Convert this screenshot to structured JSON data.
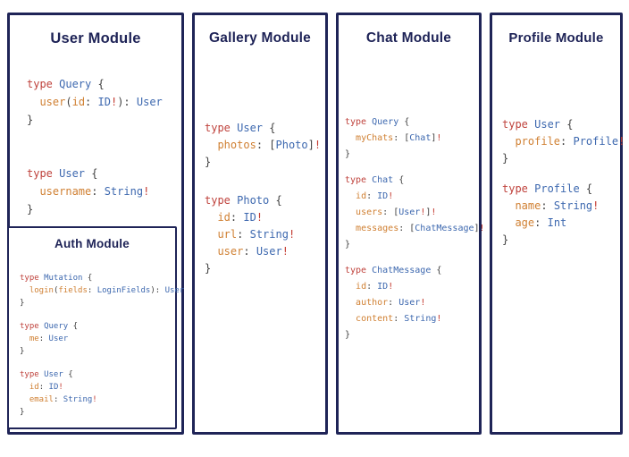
{
  "colors": {
    "page-bg": "#ffffff",
    "panel-border": "#1f2457",
    "heading": "#1d2256",
    "code-keyword": "#bf423c",
    "code-type": "#3d68af",
    "code-field": "#d08033",
    "code-punct": "#424242",
    "code-bang": "#c43b31"
  },
  "modules": [
    {
      "id": "user",
      "title": "User Module",
      "blocks": [
        [
          [
            {
              "t": "type ",
              "c": "k"
            },
            {
              "t": "Query ",
              "c": "t"
            },
            {
              "t": "{",
              "c": "p"
            }
          ],
          [
            {
              "t": "  ",
              "c": "p"
            },
            {
              "t": "user",
              "c": "f"
            },
            {
              "t": "(",
              "c": "p"
            },
            {
              "t": "id",
              "c": "f"
            },
            {
              "t": ": ",
              "c": "p"
            },
            {
              "t": "ID",
              "c": "t"
            },
            {
              "t": "!",
              "c": "b"
            },
            {
              "t": "): ",
              "c": "p"
            },
            {
              "t": "User",
              "c": "t"
            }
          ],
          [
            {
              "t": "}",
              "c": "p"
            }
          ]
        ],
        [
          [
            {
              "t": "type ",
              "c": "k"
            },
            {
              "t": "User ",
              "c": "t"
            },
            {
              "t": "{",
              "c": "p"
            }
          ],
          [
            {
              "t": "  ",
              "c": "p"
            },
            {
              "t": "username",
              "c": "f"
            },
            {
              "t": ": ",
              "c": "p"
            },
            {
              "t": "String",
              "c": "t"
            },
            {
              "t": "!",
              "c": "b"
            }
          ],
          [
            {
              "t": "}",
              "c": "p"
            }
          ]
        ]
      ]
    },
    {
      "id": "gallery",
      "title": "Gallery Module",
      "blocks": [
        [
          [
            {
              "t": "type ",
              "c": "k"
            },
            {
              "t": "User ",
              "c": "t"
            },
            {
              "t": "{",
              "c": "p"
            }
          ],
          [
            {
              "t": "  ",
              "c": "p"
            },
            {
              "t": "photos",
              "c": "f"
            },
            {
              "t": ": [",
              "c": "p"
            },
            {
              "t": "Photo",
              "c": "t"
            },
            {
              "t": "]",
              "c": "p"
            },
            {
              "t": "!",
              "c": "b"
            }
          ],
          [
            {
              "t": "}",
              "c": "p"
            }
          ]
        ],
        [
          [
            {
              "t": "type ",
              "c": "k"
            },
            {
              "t": "Photo ",
              "c": "t"
            },
            {
              "t": "{",
              "c": "p"
            }
          ],
          [
            {
              "t": "  ",
              "c": "p"
            },
            {
              "t": "id",
              "c": "f"
            },
            {
              "t": ": ",
              "c": "p"
            },
            {
              "t": "ID",
              "c": "t"
            },
            {
              "t": "!",
              "c": "b"
            }
          ],
          [
            {
              "t": "  ",
              "c": "p"
            },
            {
              "t": "url",
              "c": "f"
            },
            {
              "t": ": ",
              "c": "p"
            },
            {
              "t": "String",
              "c": "t"
            },
            {
              "t": "!",
              "c": "b"
            }
          ],
          [
            {
              "t": "  ",
              "c": "p"
            },
            {
              "t": "user",
              "c": "f"
            },
            {
              "t": ": ",
              "c": "p"
            },
            {
              "t": "User",
              "c": "t"
            },
            {
              "t": "!",
              "c": "b"
            }
          ],
          [
            {
              "t": "}",
              "c": "p"
            }
          ]
        ]
      ]
    },
    {
      "id": "chat",
      "title": "Chat Module",
      "blocks": [
        [
          [
            {
              "t": "type ",
              "c": "k"
            },
            {
              "t": "Query ",
              "c": "t"
            },
            {
              "t": "{",
              "c": "p"
            }
          ],
          [
            {
              "t": "  ",
              "c": "p"
            },
            {
              "t": "myChats",
              "c": "f"
            },
            {
              "t": ": [",
              "c": "p"
            },
            {
              "t": "Chat",
              "c": "t"
            },
            {
              "t": "]",
              "c": "p"
            },
            {
              "t": "!",
              "c": "b"
            }
          ],
          [
            {
              "t": "}",
              "c": "p"
            }
          ]
        ],
        [
          [
            {
              "t": "type ",
              "c": "k"
            },
            {
              "t": "Chat ",
              "c": "t"
            },
            {
              "t": "{",
              "c": "p"
            }
          ],
          [
            {
              "t": "  ",
              "c": "p"
            },
            {
              "t": "id",
              "c": "f"
            },
            {
              "t": ": ",
              "c": "p"
            },
            {
              "t": "ID",
              "c": "t"
            },
            {
              "t": "!",
              "c": "b"
            }
          ],
          [
            {
              "t": "  ",
              "c": "p"
            },
            {
              "t": "users",
              "c": "f"
            },
            {
              "t": ": [",
              "c": "p"
            },
            {
              "t": "User",
              "c": "t"
            },
            {
              "t": "!",
              "c": "b"
            },
            {
              "t": "]",
              "c": "p"
            },
            {
              "t": "!",
              "c": "b"
            }
          ],
          [
            {
              "t": "  ",
              "c": "p"
            },
            {
              "t": "messages",
              "c": "f"
            },
            {
              "t": ": [",
              "c": "p"
            },
            {
              "t": "ChatMessage",
              "c": "t"
            },
            {
              "t": "]",
              "c": "p"
            },
            {
              "t": "!",
              "c": "b"
            }
          ],
          [
            {
              "t": "}",
              "c": "p"
            }
          ]
        ],
        [
          [
            {
              "t": "type ",
              "c": "k"
            },
            {
              "t": "ChatMessage ",
              "c": "t"
            },
            {
              "t": "{",
              "c": "p"
            }
          ],
          [
            {
              "t": "  ",
              "c": "p"
            },
            {
              "t": "id",
              "c": "f"
            },
            {
              "t": ": ",
              "c": "p"
            },
            {
              "t": "ID",
              "c": "t"
            },
            {
              "t": "!",
              "c": "b"
            }
          ],
          [
            {
              "t": "  ",
              "c": "p"
            },
            {
              "t": "author",
              "c": "f"
            },
            {
              "t": ": ",
              "c": "p"
            },
            {
              "t": "User",
              "c": "t"
            },
            {
              "t": "!",
              "c": "b"
            }
          ],
          [
            {
              "t": "  ",
              "c": "p"
            },
            {
              "t": "content",
              "c": "f"
            },
            {
              "t": ": ",
              "c": "p"
            },
            {
              "t": "String",
              "c": "t"
            },
            {
              "t": "!",
              "c": "b"
            }
          ],
          [
            {
              "t": "}",
              "c": "p"
            }
          ]
        ]
      ]
    },
    {
      "id": "profile",
      "title": "Profile Module",
      "blocks": [
        [
          [
            {
              "t": "type ",
              "c": "k"
            },
            {
              "t": "User ",
              "c": "t"
            },
            {
              "t": "{",
              "c": "p"
            }
          ],
          [
            {
              "t": "  ",
              "c": "p"
            },
            {
              "t": "profile",
              "c": "f"
            },
            {
              "t": ": ",
              "c": "p"
            },
            {
              "t": "Profile",
              "c": "t"
            },
            {
              "t": "!",
              "c": "b"
            }
          ],
          [
            {
              "t": "}",
              "c": "p"
            }
          ]
        ],
        [
          [
            {
              "t": "type ",
              "c": "k"
            },
            {
              "t": "Profile ",
              "c": "t"
            },
            {
              "t": "{",
              "c": "p"
            }
          ],
          [
            {
              "t": "  ",
              "c": "p"
            },
            {
              "t": "name",
              "c": "f"
            },
            {
              "t": ": ",
              "c": "p"
            },
            {
              "t": "String",
              "c": "t"
            },
            {
              "t": "!",
              "c": "b"
            }
          ],
          [
            {
              "t": "  ",
              "c": "p"
            },
            {
              "t": "age",
              "c": "f"
            },
            {
              "t": ": ",
              "c": "p"
            },
            {
              "t": "Int",
              "c": "t"
            }
          ],
          [
            {
              "t": "}",
              "c": "p"
            }
          ]
        ]
      ]
    },
    {
      "id": "auth",
      "title": "Auth Module",
      "blocks": [
        [
          [
            {
              "t": "type ",
              "c": "k"
            },
            {
              "t": "Mutation ",
              "c": "t"
            },
            {
              "t": "{",
              "c": "p"
            }
          ],
          [
            {
              "t": "  ",
              "c": "p"
            },
            {
              "t": "login",
              "c": "f"
            },
            {
              "t": "(",
              "c": "p"
            },
            {
              "t": "fields",
              "c": "f"
            },
            {
              "t": ": ",
              "c": "p"
            },
            {
              "t": "LoginFields",
              "c": "t"
            },
            {
              "t": "): ",
              "c": "p"
            },
            {
              "t": "User",
              "c": "t"
            }
          ],
          [
            {
              "t": "}",
              "c": "p"
            }
          ]
        ],
        [
          [
            {
              "t": "type ",
              "c": "k"
            },
            {
              "t": "Query ",
              "c": "t"
            },
            {
              "t": "{",
              "c": "p"
            }
          ],
          [
            {
              "t": "  ",
              "c": "p"
            },
            {
              "t": "me",
              "c": "f"
            },
            {
              "t": ": ",
              "c": "p"
            },
            {
              "t": "User",
              "c": "t"
            }
          ],
          [
            {
              "t": "}",
              "c": "p"
            }
          ]
        ],
        [
          [
            {
              "t": "type ",
              "c": "k"
            },
            {
              "t": "User ",
              "c": "t"
            },
            {
              "t": "{",
              "c": "p"
            }
          ],
          [
            {
              "t": "  ",
              "c": "p"
            },
            {
              "t": "id",
              "c": "f"
            },
            {
              "t": ": ",
              "c": "p"
            },
            {
              "t": "ID",
              "c": "t"
            },
            {
              "t": "!",
              "c": "b"
            }
          ],
          [
            {
              "t": "  ",
              "c": "p"
            },
            {
              "t": "email",
              "c": "f"
            },
            {
              "t": ": ",
              "c": "p"
            },
            {
              "t": "String",
              "c": "t"
            },
            {
              "t": "!",
              "c": "b"
            }
          ],
          [
            {
              "t": "}",
              "c": "p"
            }
          ]
        ]
      ]
    }
  ]
}
